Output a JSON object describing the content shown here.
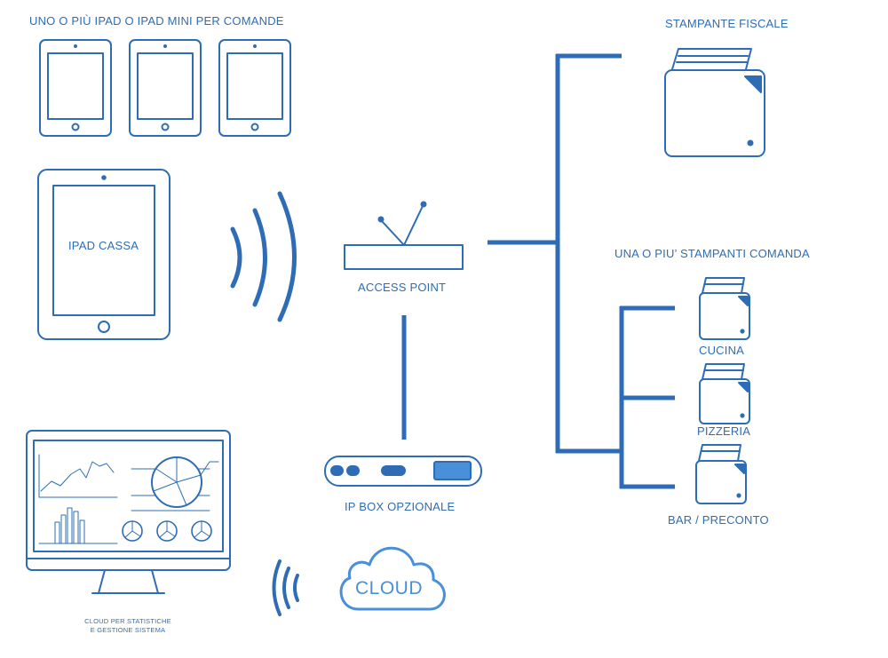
{
  "labels": {
    "ipads_comande": "UNO O PIÙ IPAD O IPAD MINI PER COMANDE",
    "ipad_cassa": "IPAD CASSA",
    "access_point": "ACCESS POINT",
    "ip_box": "IP BOX OPZIONALE",
    "stampante_fiscale": "STAMPANTE FISCALE",
    "stampanti_comanda": "UNA  O PIU’ STAMPANTI COMANDA",
    "cucina": "CUCINA",
    "pizzeria": "PIZZERIA",
    "bar": "BAR / PRECONTO",
    "cloud": "CLOUD",
    "cloud_stats_line1": "CLOUD PER STATISTICHE",
    "cloud_stats_line2": "E GESTIONE SISTEMA"
  },
  "colors": {
    "primary": "#2e6db5",
    "cloud": "#4a90d9"
  }
}
